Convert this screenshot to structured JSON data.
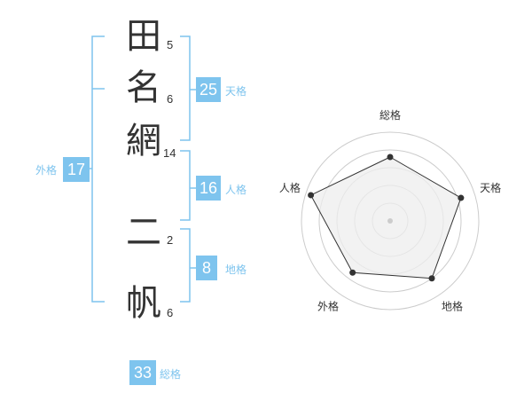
{
  "name": {
    "characters": [
      {
        "char": "田",
        "strokes": "5"
      },
      {
        "char": "名",
        "strokes": "6"
      },
      {
        "char": "網",
        "strokes": "14"
      },
      {
        "char": "二",
        "strokes": "2"
      },
      {
        "char": "帆",
        "strokes": "6"
      }
    ]
  },
  "fortunes": {
    "tenkaku": {
      "value": "25",
      "label": "天格"
    },
    "jinkaku": {
      "value": "16",
      "label": "人格"
    },
    "chikaku": {
      "value": "8",
      "label": "地格"
    },
    "gaikaku": {
      "value": "17",
      "label": "外格"
    },
    "soukaku": {
      "value": "33",
      "label": "総格"
    }
  },
  "colors": {
    "accent": "#7ec4ee",
    "text": "#333333",
    "radar_ring": "#cccccc",
    "radar_fill": "#eeeeee"
  },
  "chart_data": {
    "type": "radar",
    "axes": [
      "総格",
      "天格",
      "地格",
      "外格",
      "人格"
    ],
    "levels": 5,
    "range": [
      0,
      5
    ],
    "values": [
      3.6,
      4.2,
      4.0,
      3.6,
      4.7
    ]
  }
}
